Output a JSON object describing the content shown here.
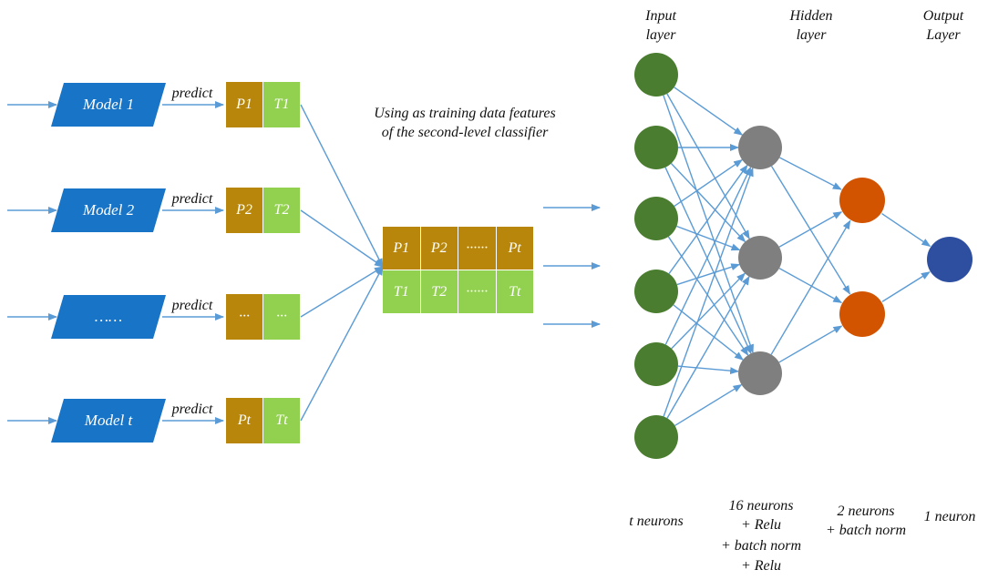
{
  "models": [
    {
      "label": "Model 1",
      "predict": "predict",
      "p": "P1",
      "t": "T1"
    },
    {
      "label": "Model 2",
      "predict": "predict",
      "p": "P2",
      "t": "T2"
    },
    {
      "label": "……",
      "predict": "predict",
      "p": "···",
      "t": "···"
    },
    {
      "label": "Model t",
      "predict": "predict",
      "p": "Pt",
      "t": "Tt"
    }
  ],
  "caption_line1": "Using as training data features",
  "caption_line2": "of the second-level classifier",
  "table": {
    "p_row": [
      "P1",
      "P2",
      "······",
      "Pt"
    ],
    "t_row": [
      "T1",
      "T2",
      "······",
      "Tt"
    ]
  },
  "layers": {
    "input": {
      "title1": "Input",
      "title2": "layer",
      "desc": [
        "t neurons"
      ]
    },
    "hidden": {
      "title1": "Hidden",
      "title2": "layer",
      "desc": [
        "16 neurons",
        "+ Relu",
        "+ batch norm",
        "+ Relu"
      ]
    },
    "hidden2": {
      "desc": [
        "2 neurons",
        "+ batch norm"
      ]
    },
    "output": {
      "title1": "Output",
      "title2": "Layer",
      "desc": [
        "1 neuron"
      ]
    }
  },
  "colors": {
    "model_fill": "#1874c6",
    "p_cell": "#b8860b",
    "t_cell": "#92d050",
    "arrow": "#5b9bd5",
    "input_node": "#4a7d2f",
    "hidden_node": "#7f7f7f",
    "hidden2_node": "#d35400",
    "output_node": "#2e4fa0"
  }
}
